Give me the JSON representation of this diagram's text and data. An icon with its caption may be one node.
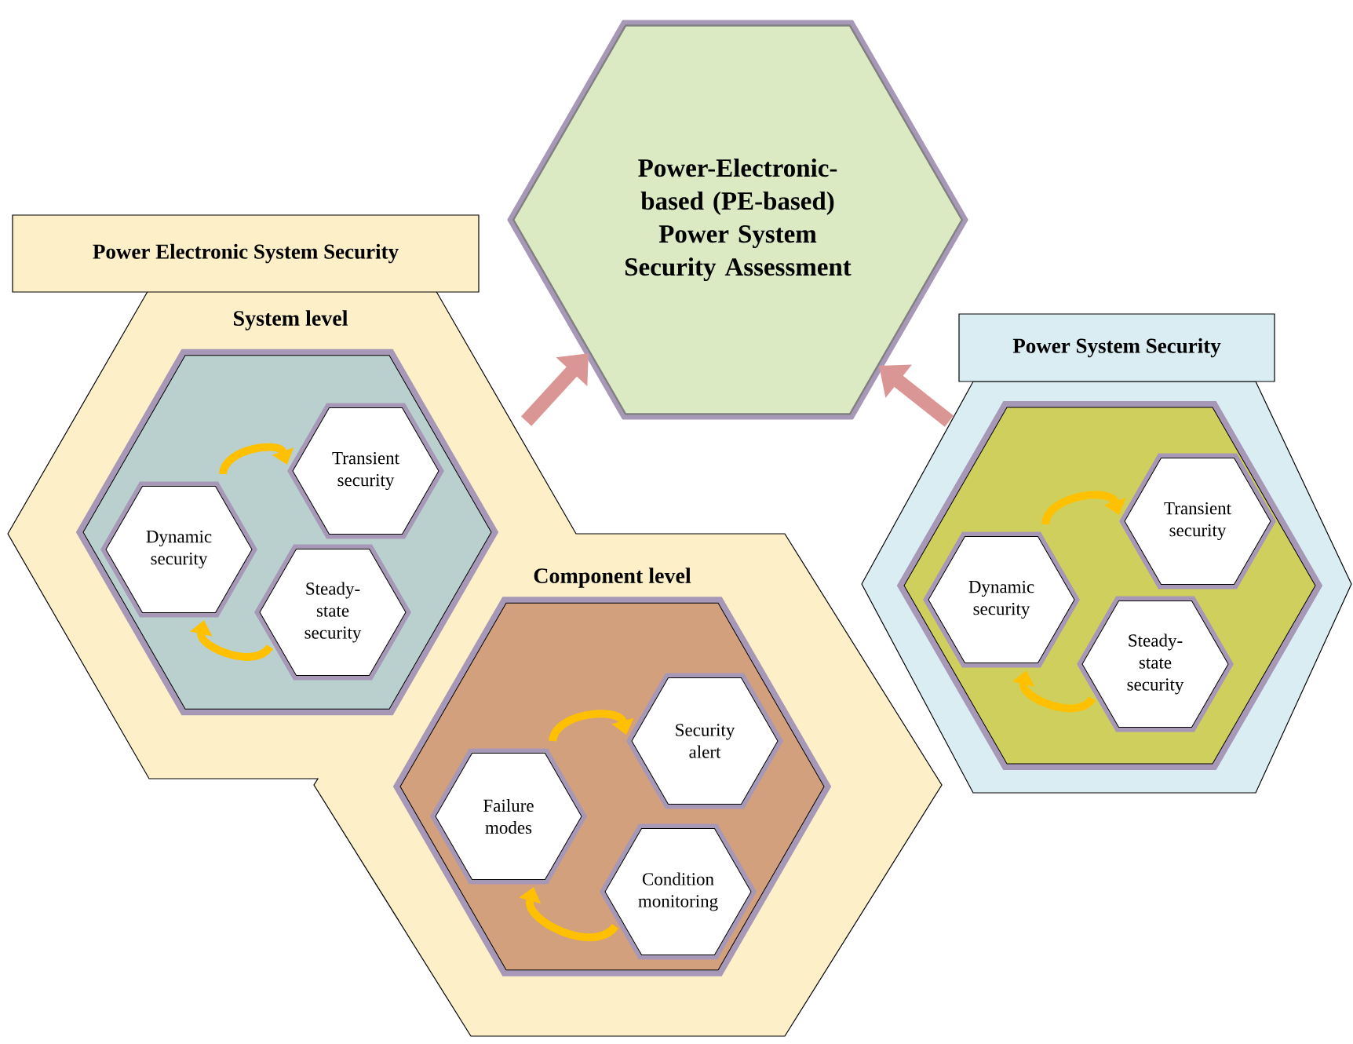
{
  "diagram": {
    "nodes": [
      {
        "text": [
          "Power-Electronic-based (PE-based) Power System Security Assessment"
        ]
      },
      {
        "text": [
          "Power Electronic System Security"
        ]
      },
      {
        "text": [
          "System level"
        ],
        "in": 1
      },
      {
        "text": [
          "Dynamic security"
        ],
        "in": 2
      },
      {
        "text": [
          "Transient security"
        ],
        "in": 2
      },
      {
        "text": [
          "Steady-state security"
        ],
        "in": 2
      },
      {
        "text": [
          "Component level"
        ],
        "in": 1
      },
      {
        "text": [
          "Failure modes"
        ],
        "in": 6
      },
      {
        "text": [
          "Security alert"
        ],
        "in": 6
      },
      {
        "text": [
          "Condition monitoring"
        ],
        "in": 6
      },
      {
        "text": [
          "Power System Security"
        ]
      },
      {
        "text": [],
        "shape": "hexagon",
        "in": 10
      },
      {
        "text": [
          "Dynamic security"
        ],
        "in": 11
      },
      {
        "text": [
          "Transient security"
        ],
        "in": 11
      },
      {
        "text": [
          "Steady-state security"
        ],
        "in": 11
      }
    ],
    "edges": [
      {
        "from": 1,
        "to": 0,
        "arrow": "to",
        "style": "thick",
        "color": "#d99694"
      },
      {
        "from": 10,
        "to": 0,
        "arrow": "to",
        "style": "thick",
        "color": "#d99694"
      },
      {
        "from": 3,
        "to": 4,
        "arrow": "to"
      },
      {
        "from": 5,
        "to": 3,
        "arrow": "to"
      },
      {
        "from": 7,
        "to": 8,
        "arrow": "to"
      },
      {
        "from": 9,
        "to": 7,
        "arrow": "to"
      },
      {
        "from": 12,
        "to": 13,
        "arrow": "to"
      },
      {
        "from": 14,
        "to": 12,
        "arrow": "to"
      }
    ]
  }
}
